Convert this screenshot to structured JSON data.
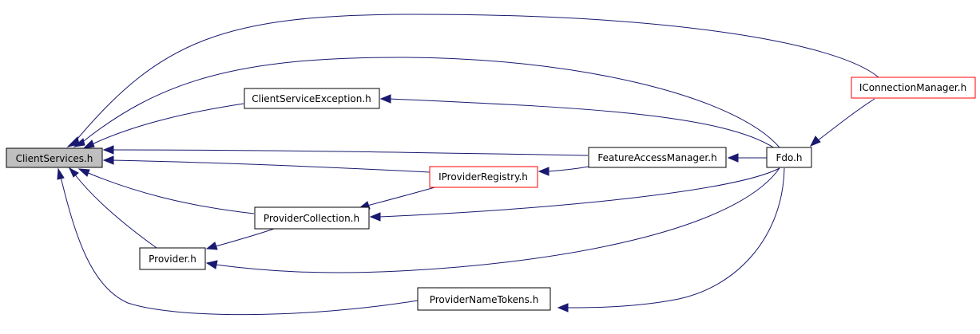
{
  "colors": {
    "edge": "#191970",
    "node_border_normal": "#000000",
    "node_border_undocumented": "#ff0000",
    "root_fill": "#bfbfbf",
    "node_fill": "#ffffff"
  },
  "nodes": {
    "clientservices": {
      "label": "ClientServices.h",
      "kind": "root"
    },
    "clientserviceexception": {
      "label": "ClientServiceException.h",
      "kind": "normal"
    },
    "featureaccessmanager": {
      "label": "FeatureAccessManager.h",
      "kind": "normal"
    },
    "fdo": {
      "label": "Fdo.h",
      "kind": "normal"
    },
    "iconnectionmanager": {
      "label": "IConnectionManager.h",
      "kind": "undocumented"
    },
    "iproviderregistry": {
      "label": "IProviderRegistry.h",
      "kind": "undocumented"
    },
    "providercollection": {
      "label": "ProviderCollection.h",
      "kind": "normal"
    },
    "provider": {
      "label": "Provider.h",
      "kind": "normal"
    },
    "providernametokens": {
      "label": "ProviderNameTokens.h",
      "kind": "normal"
    }
  },
  "edges": [
    {
      "from": "iconnectionmanager",
      "to": "clientservices"
    },
    {
      "from": "fdo",
      "to": "clientservices"
    },
    {
      "from": "clientserviceexception",
      "to": "clientservices"
    },
    {
      "from": "featureaccessmanager",
      "to": "clientservices"
    },
    {
      "from": "iproviderregistry",
      "to": "clientservices"
    },
    {
      "from": "providercollection",
      "to": "clientservices"
    },
    {
      "from": "provider",
      "to": "clientservices"
    },
    {
      "from": "providernametokens",
      "to": "clientservices"
    },
    {
      "from": "fdo",
      "to": "clientserviceexception"
    },
    {
      "from": "fdo",
      "to": "featureaccessmanager"
    },
    {
      "from": "featureaccessmanager",
      "to": "iproviderregistry"
    },
    {
      "from": "iconnectionmanager",
      "to": "fdo"
    },
    {
      "from": "fdo",
      "to": "providercollection"
    },
    {
      "from": "iproviderregistry",
      "to": "providercollection"
    },
    {
      "from": "providercollection",
      "to": "provider"
    },
    {
      "from": "fdo",
      "to": "provider"
    },
    {
      "from": "fdo",
      "to": "providernametokens"
    }
  ]
}
